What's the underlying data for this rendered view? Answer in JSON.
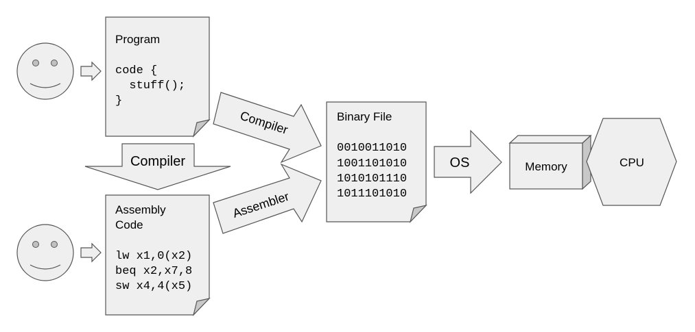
{
  "program_doc": {
    "title": "Program",
    "code_lines": [
      "code {",
      "  stuff();",
      "}"
    ]
  },
  "assembly_doc": {
    "title_lines": [
      "Assembly",
      "Code"
    ],
    "code_lines": [
      "lw x1,0(x2)",
      "beq x2,x7,8",
      "sw x4,4(x5)"
    ]
  },
  "binary_doc": {
    "title": "Binary File",
    "code_lines": [
      "0010011010",
      "1001101010",
      "1010101110",
      "1011101010"
    ]
  },
  "arrows": {
    "compiler_down": "Compiler",
    "compiler_diag": "Compiler",
    "assembler_diag": "Assembler",
    "os": "OS"
  },
  "memory": {
    "label": "Memory"
  },
  "cpu": {
    "label": "CPU"
  },
  "colors": {
    "fill": "#efefef",
    "stroke": "#555555",
    "fold": "#c8c8c8"
  }
}
